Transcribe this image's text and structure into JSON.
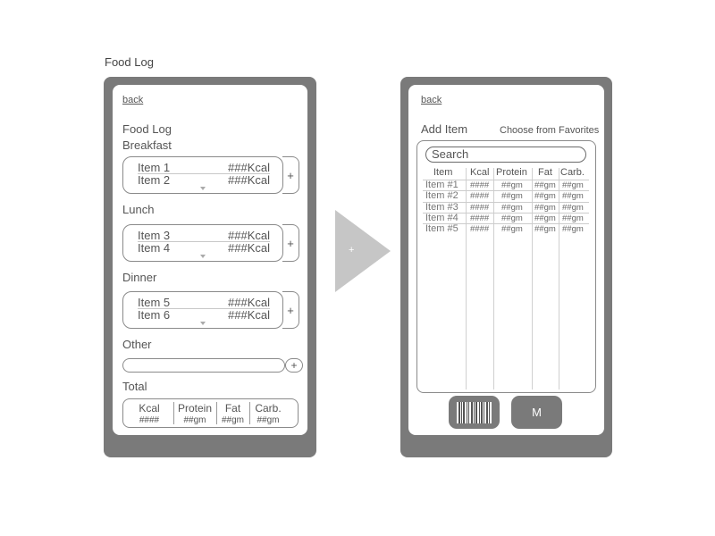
{
  "caption": "Food Log",
  "left_screen": {
    "back": "back",
    "title": "Food Log",
    "meals": [
      {
        "label": "Breakfast",
        "items": [
          {
            "name": "Item 1",
            "kcal": "###Kcal"
          },
          {
            "name": "Item 2",
            "kcal": "###Kcal"
          }
        ]
      },
      {
        "label": "Lunch",
        "items": [
          {
            "name": "Item 3",
            "kcal": "###Kcal"
          },
          {
            "name": "Item 4",
            "kcal": "###Kcal"
          }
        ]
      },
      {
        "label": "Dinner",
        "items": [
          {
            "name": "Item 5",
            "kcal": "###Kcal"
          },
          {
            "name": "Item 6",
            "kcal": "###Kcal"
          }
        ]
      }
    ],
    "plus": "+",
    "other_label": "Other",
    "total_label": "Total",
    "total": {
      "headers": [
        "Kcal",
        "Protein",
        "Fat",
        "Carb."
      ],
      "values": [
        "####",
        "##gm",
        "##gm",
        "##gm"
      ]
    }
  },
  "transition": {
    "plus": "+"
  },
  "right_screen": {
    "back": "back",
    "title": "Add Item",
    "favorites": "Choose from Favorites",
    "search_placeholder": "Search",
    "table": {
      "headers": [
        "Item",
        "Kcal",
        "Protein",
        "Fat",
        "Carb."
      ],
      "rows": [
        [
          "Item #1",
          "####",
          "##gm",
          "##gm",
          "##gm"
        ],
        [
          "Item #2",
          "####",
          "##gm",
          "##gm",
          "##gm"
        ],
        [
          "Item #3",
          "####",
          "##gm",
          "##gm",
          "##gm"
        ],
        [
          "Item #4",
          "####",
          "##gm",
          "##gm",
          "##gm"
        ],
        [
          "Item #5",
          "####",
          "##gm",
          "##gm",
          "##gm"
        ]
      ]
    },
    "barcode_icon": "barcode-icon",
    "manual_button": "M"
  }
}
